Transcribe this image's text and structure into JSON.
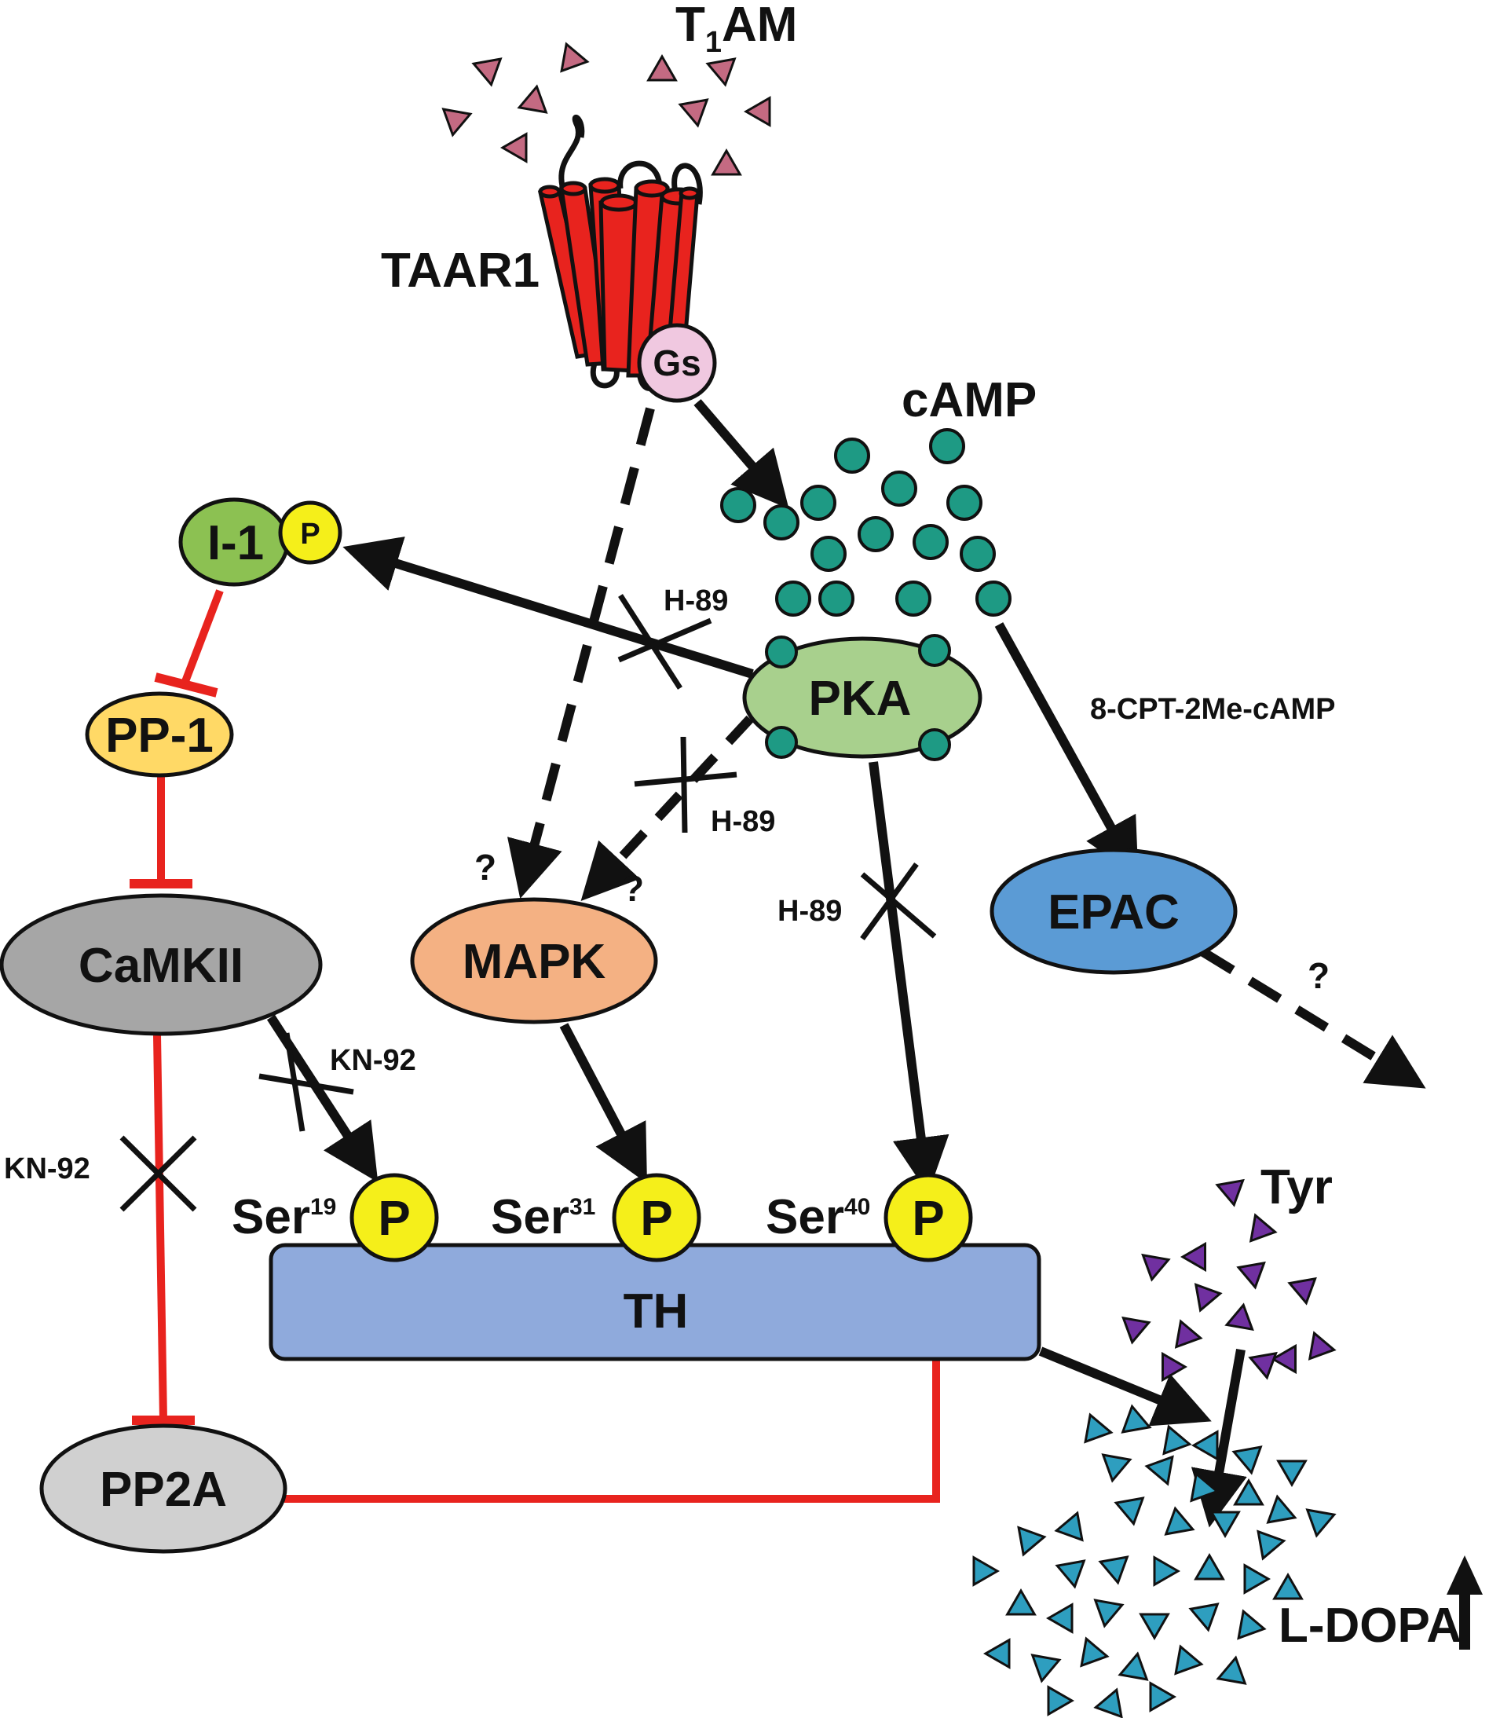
{
  "ligand": {
    "name": "T",
    "sub": "1",
    "suffix": "AM"
  },
  "receptor": {
    "name": "TAAR1",
    "gprotein": "Gs"
  },
  "second_messenger": "cAMP",
  "epac_agonist": "8-CPT-2Me-cAMP",
  "nodes": {
    "i1": "I-1",
    "p": "P",
    "pp1": "PP-1",
    "pka": "PKA",
    "camkii": "CaMKII",
    "mapk": "MAPK",
    "epac": "EPAC",
    "th": "TH",
    "pp2a": "PP2A"
  },
  "sites": [
    {
      "name": "Ser",
      "number": "19"
    },
    {
      "name": "Ser",
      "number": "31"
    },
    {
      "name": "Ser",
      "number": "40"
    }
  ],
  "inhibitors": {
    "h89": "H-89",
    "kn92": "KN-92"
  },
  "unknown_mark": "?",
  "substrate": "Tyr",
  "product": "L-DOPA",
  "colors": {
    "receptor": "#e8231e",
    "gs": "#f0c8e0",
    "ligand": "#c46a82",
    "camp": "#1e9a84",
    "i1": "#8cc152",
    "phospho": "#f5ef1a",
    "pp1": "#ffd966",
    "pka": "#a8d08d",
    "camkii": "#a6a6a6",
    "mapk": "#f4b183",
    "epac": "#5b9bd5",
    "th": "#8faadc",
    "pp2a": "#d0d0d0",
    "tyr": "#7030a0",
    "ldopa": "#2e9ebf",
    "inhibit": "#e8231e"
  }
}
